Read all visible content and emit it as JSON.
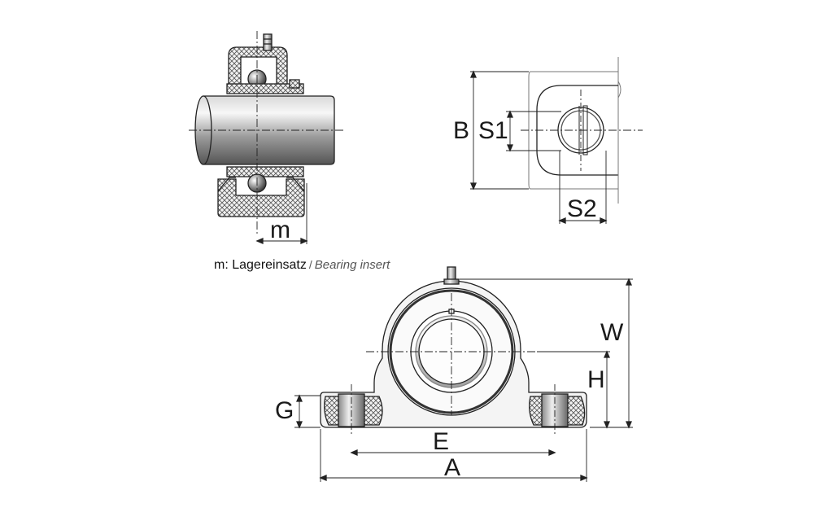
{
  "caption": {
    "main": "m: Lagereinsatz",
    "separator": "/",
    "translation": "Bearing insert"
  },
  "dimensions": {
    "m": "m",
    "B": "B",
    "S1": "S1",
    "S2": "S2",
    "W": "W",
    "H": "H",
    "G": "G",
    "E": "E",
    "A": "A"
  }
}
